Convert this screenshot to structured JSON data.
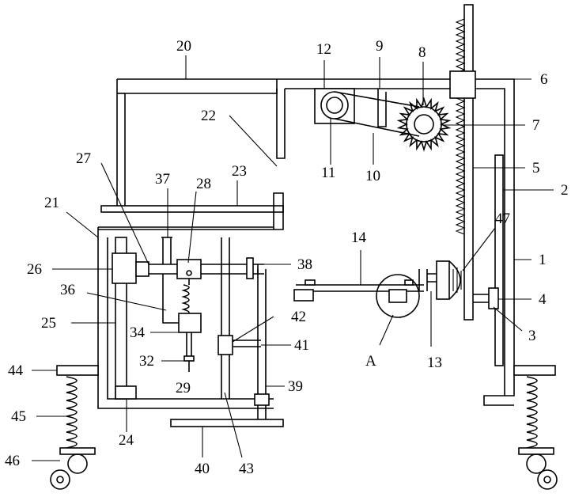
{
  "labels": {
    "n1": "1",
    "n2": "2",
    "n3": "3",
    "n4": "4",
    "n5": "5",
    "n6": "6",
    "n7": "7",
    "n8": "8",
    "n9": "9",
    "n10": "10",
    "n11": "11",
    "n12": "12",
    "n13": "13",
    "n14": "14",
    "n20": "20",
    "n21": "21",
    "n22": "22",
    "n23": "23",
    "n24": "24",
    "n25": "25",
    "n26": "26",
    "n27": "27",
    "n28": "28",
    "n29": "29",
    "n32": "32",
    "n34": "34",
    "n36": "36",
    "n37": "37",
    "n38": "38",
    "n39": "39",
    "n40": "40",
    "n41": "41",
    "n42": "42",
    "n43": "43",
    "n44": "44",
    "n45": "45",
    "n46": "46",
    "n47": "47",
    "nA": "A"
  }
}
